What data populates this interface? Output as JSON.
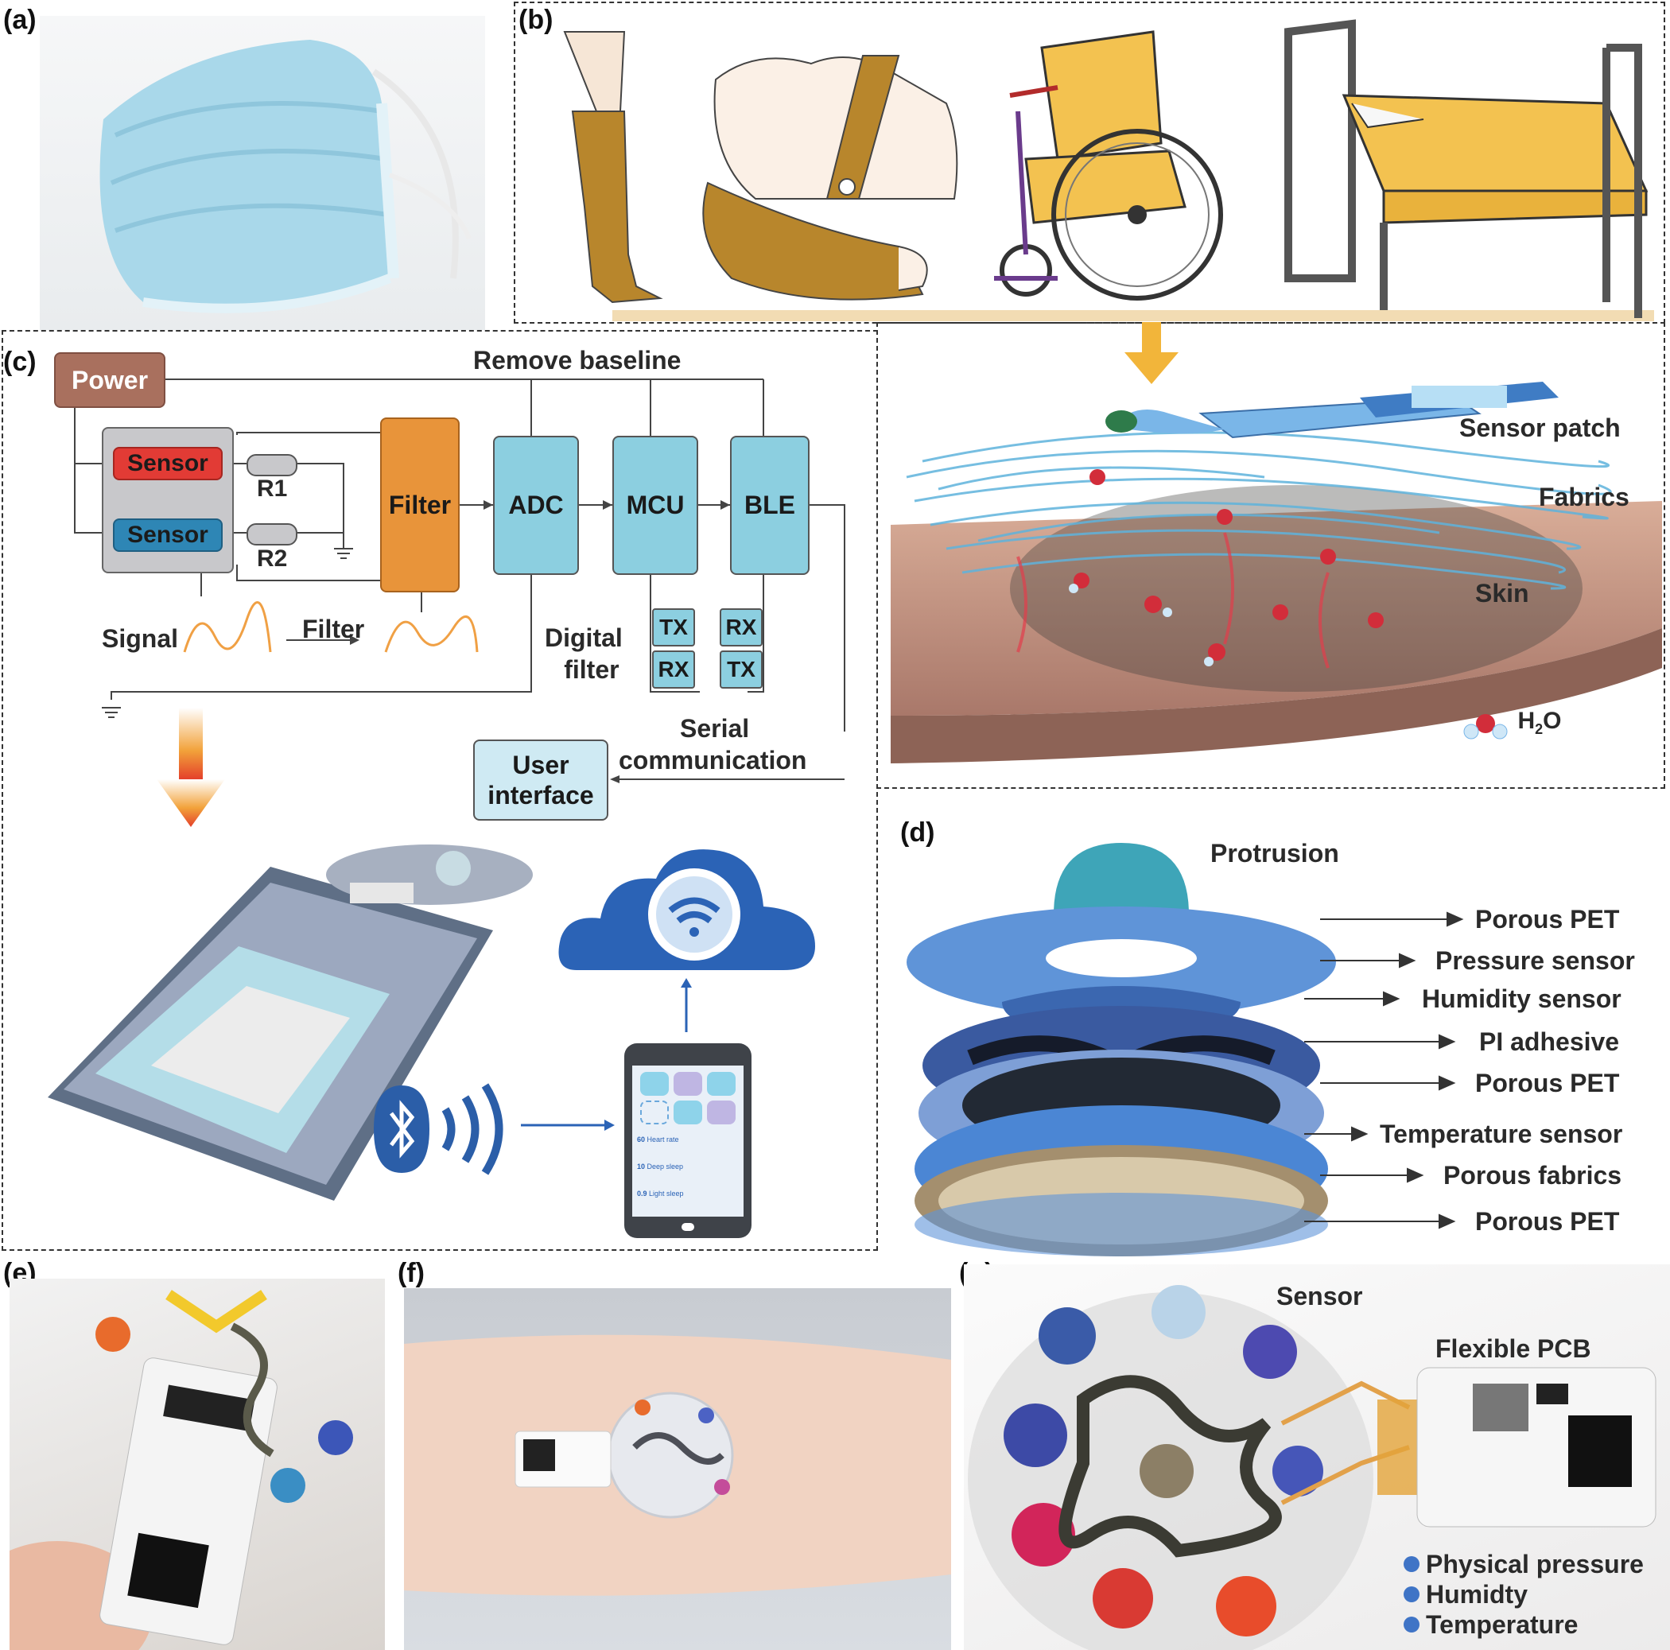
{
  "panels": {
    "a": "(a)",
    "b": "(b)",
    "c": "(c)",
    "d": "(d)",
    "e": "(e)",
    "f": "(f)",
    "g": "(g)"
  },
  "block_diagram": {
    "power": "Power",
    "sensor1": "Sensor",
    "sensor2": "Sensor",
    "r1": "R1",
    "r2": "R2",
    "filter_block": "Filter",
    "adc": "ADC",
    "mcu": "MCU",
    "ble": "BLE",
    "remove_baseline": "Remove baseline",
    "signal": "Signal",
    "filter_arrow": "Filter",
    "digital_filter_1": "Digital",
    "digital_filter_2": "filter",
    "tx1": "TX",
    "rx1": "RX",
    "rx2": "RX",
    "tx2": "TX",
    "serial_1": "Serial",
    "serial_2": "communication",
    "user_interface_1": "User",
    "user_interface_2": "interface"
  },
  "phone_app": {
    "row1_value": "60",
    "row1_label": "Heart rate",
    "row2_value": "10",
    "row2_label": "Deep sleep",
    "row3_value": "0.9",
    "row3_label": "Light sleep"
  },
  "skin_layers": {
    "sensor_patch": "Sensor patch",
    "fabrics": "Fabrics",
    "skin": "Skin",
    "h2o_main": "H",
    "h2o_sub": "2",
    "h2o_tail": "O"
  },
  "exploded": {
    "protrusion": "Protrusion",
    "layers": [
      "Porous PET",
      "Pressure sensor",
      "Humidity sensor",
      "PI adhesive",
      "Porous PET",
      "Temperature sensor",
      "Porous fabrics",
      "Porous PET"
    ]
  },
  "photo_g": {
    "sensor": "Sensor",
    "flexible_pcb": "Flexible PCB",
    "legend": [
      "Physical pressure",
      "Humidty",
      "Temperature"
    ]
  },
  "colors": {
    "power": "#a9705e",
    "sensor_red": "#e23b35",
    "sensor_blue": "#2e86b5",
    "filter_orange": "#e8943a",
    "cyan": "#8ccfe0",
    "mask_blue": "#a9d8ea",
    "skin": "#c99a85",
    "legend_dot": "#3f74c6"
  }
}
